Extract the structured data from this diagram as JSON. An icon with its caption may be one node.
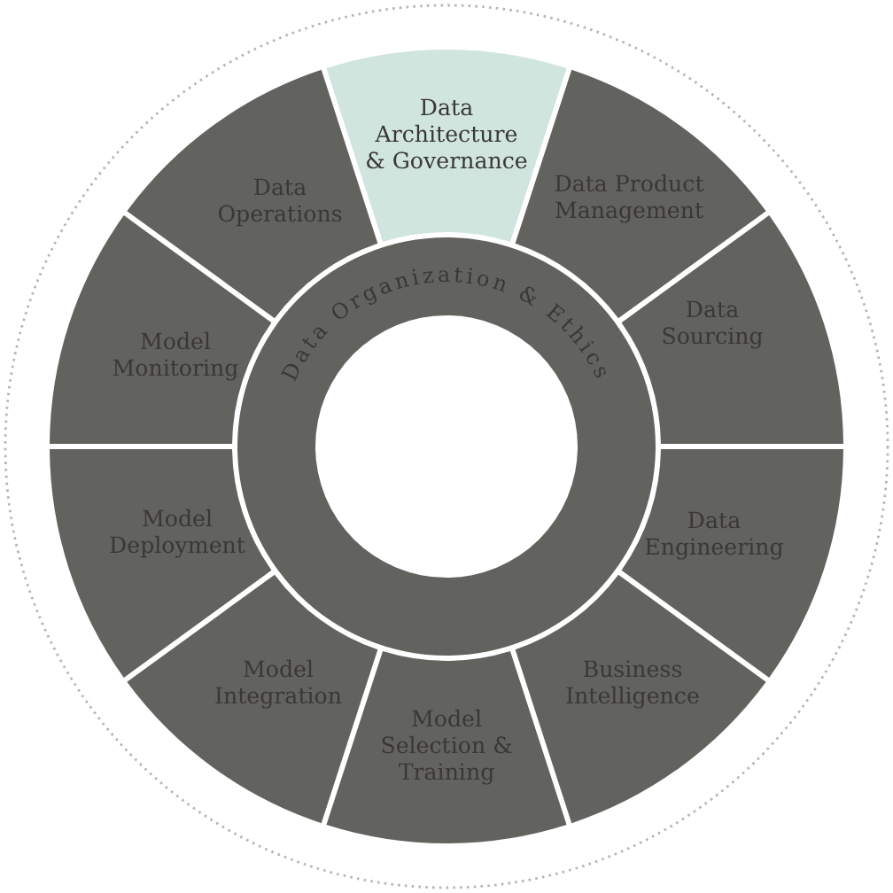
{
  "diagram": {
    "nodes": [
      {
        "text": [
          "Data Architecture & Governance"
        ]
      },
      {
        "text": [
          "Data Product Management"
        ]
      },
      {
        "text": [
          "Data Sourcing"
        ]
      },
      {
        "text": [
          "Data Engineering"
        ]
      },
      {
        "text": [
          "Business Intelligence"
        ]
      },
      {
        "text": [
          "Model Selection & Training"
        ]
      },
      {
        "text": [
          "Model Integration"
        ]
      },
      {
        "text": [
          "Model Deployment"
        ]
      },
      {
        "text": [
          "Model Monitoring"
        ]
      },
      {
        "text": [
          "Data Operations"
        ]
      },
      {
        "text": [
          "Data Organization & Ethics"
        ]
      }
    ]
  }
}
